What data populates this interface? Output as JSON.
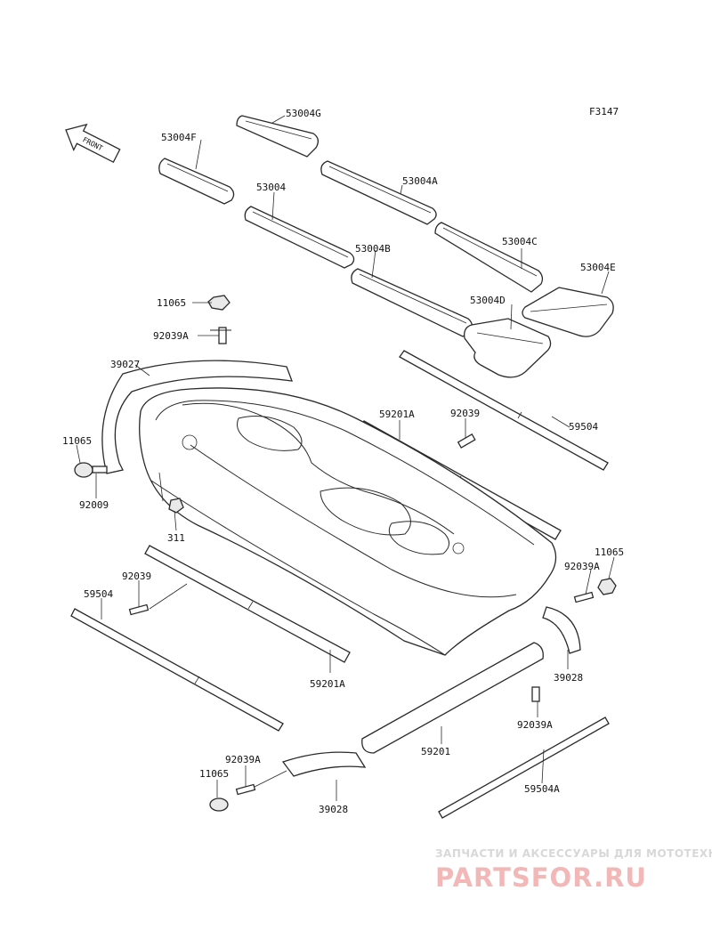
{
  "figure_code": "F3147",
  "front_indicator": "FRONT",
  "labels": [
    {
      "id": "53004G",
      "text": "53004G"
    },
    {
      "id": "53004F",
      "text": "53004F"
    },
    {
      "id": "53004",
      "text": "53004"
    },
    {
      "id": "53004A",
      "text": "53004A"
    },
    {
      "id": "53004B",
      "text": "53004B"
    },
    {
      "id": "53004C",
      "text": "53004C"
    },
    {
      "id": "53004D",
      "text": "53004D"
    },
    {
      "id": "53004E",
      "text": "53004E"
    },
    {
      "id": "11065-top",
      "text": "11065"
    },
    {
      "id": "92039A-top",
      "text": "92039A"
    },
    {
      "id": "39027",
      "text": "39027"
    },
    {
      "id": "11065-left",
      "text": "11065"
    },
    {
      "id": "92009",
      "text": "92009"
    },
    {
      "id": "311",
      "text": "311"
    },
    {
      "id": "59201A-upper",
      "text": "59201A"
    },
    {
      "id": "92039-upper",
      "text": "92039"
    },
    {
      "id": "59504-upper",
      "text": "59504"
    },
    {
      "id": "11065-right",
      "text": "11065"
    },
    {
      "id": "92039A-right",
      "text": "92039A"
    },
    {
      "id": "39028-right",
      "text": "39028"
    },
    {
      "id": "92039-lower",
      "text": "92039"
    },
    {
      "id": "59504-lower",
      "text": "59504"
    },
    {
      "id": "59201A-lower",
      "text": "59201A"
    },
    {
      "id": "92039A-lower-right",
      "text": "92039A"
    },
    {
      "id": "59201",
      "text": "59201"
    },
    {
      "id": "59504A",
      "text": "59504A"
    },
    {
      "id": "92039A-bottom",
      "text": "92039A"
    },
    {
      "id": "11065-bottom",
      "text": "11065"
    },
    {
      "id": "39028-bottom",
      "text": "39028"
    }
  ],
  "watermark": {
    "tagline": "ЗАПЧАСТИ И АКСЕССУАРЫ ДЛЯ МОТОТЕХНИКИ",
    "brand": "PARTSFOR.RU"
  }
}
